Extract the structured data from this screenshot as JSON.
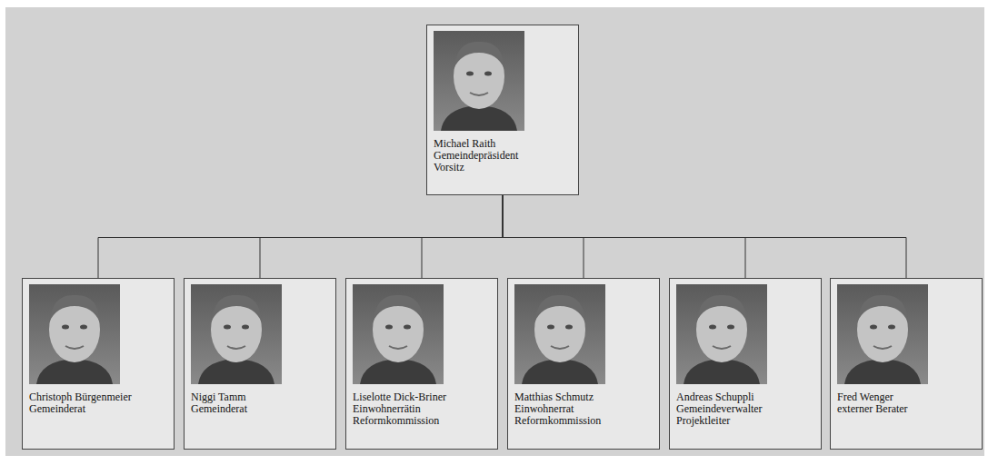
{
  "diagram": {
    "nodes": [
      {
        "text": [
          "Michael Raith",
          "Gemeindepräsident",
          "Vorsitz"
        ]
      },
      {
        "text": [
          "Christoph Bürgenmeier",
          "Gemeinderat"
        ]
      },
      {
        "text": [
          "Niggi Tamm",
          "Gemeinderat"
        ]
      },
      {
        "text": [
          "Liselotte Dick-Briner",
          "Einwohnerrätin",
          "Reformkommission"
        ]
      },
      {
        "text": [
          "Matthias Schmutz",
          "Einwohnerrat",
          "Reformkommission"
        ]
      },
      {
        "text": [
          "Andreas Schuppli",
          "Gemeindeverwalter",
          "Projektleiter"
        ]
      },
      {
        "text": [
          "Fred Wenger",
          "externer Berater"
        ]
      }
    ],
    "edges": [
      {
        "from": 0,
        "to": 1,
        "arrow": "none"
      },
      {
        "from": 0,
        "to": 2,
        "arrow": "none"
      },
      {
        "from": 0,
        "to": 3,
        "arrow": "none"
      },
      {
        "from": 0,
        "to": 4,
        "arrow": "none"
      },
      {
        "from": 0,
        "to": 5,
        "arrow": "none"
      },
      {
        "from": 0,
        "to": 6,
        "arrow": "none"
      }
    ]
  }
}
